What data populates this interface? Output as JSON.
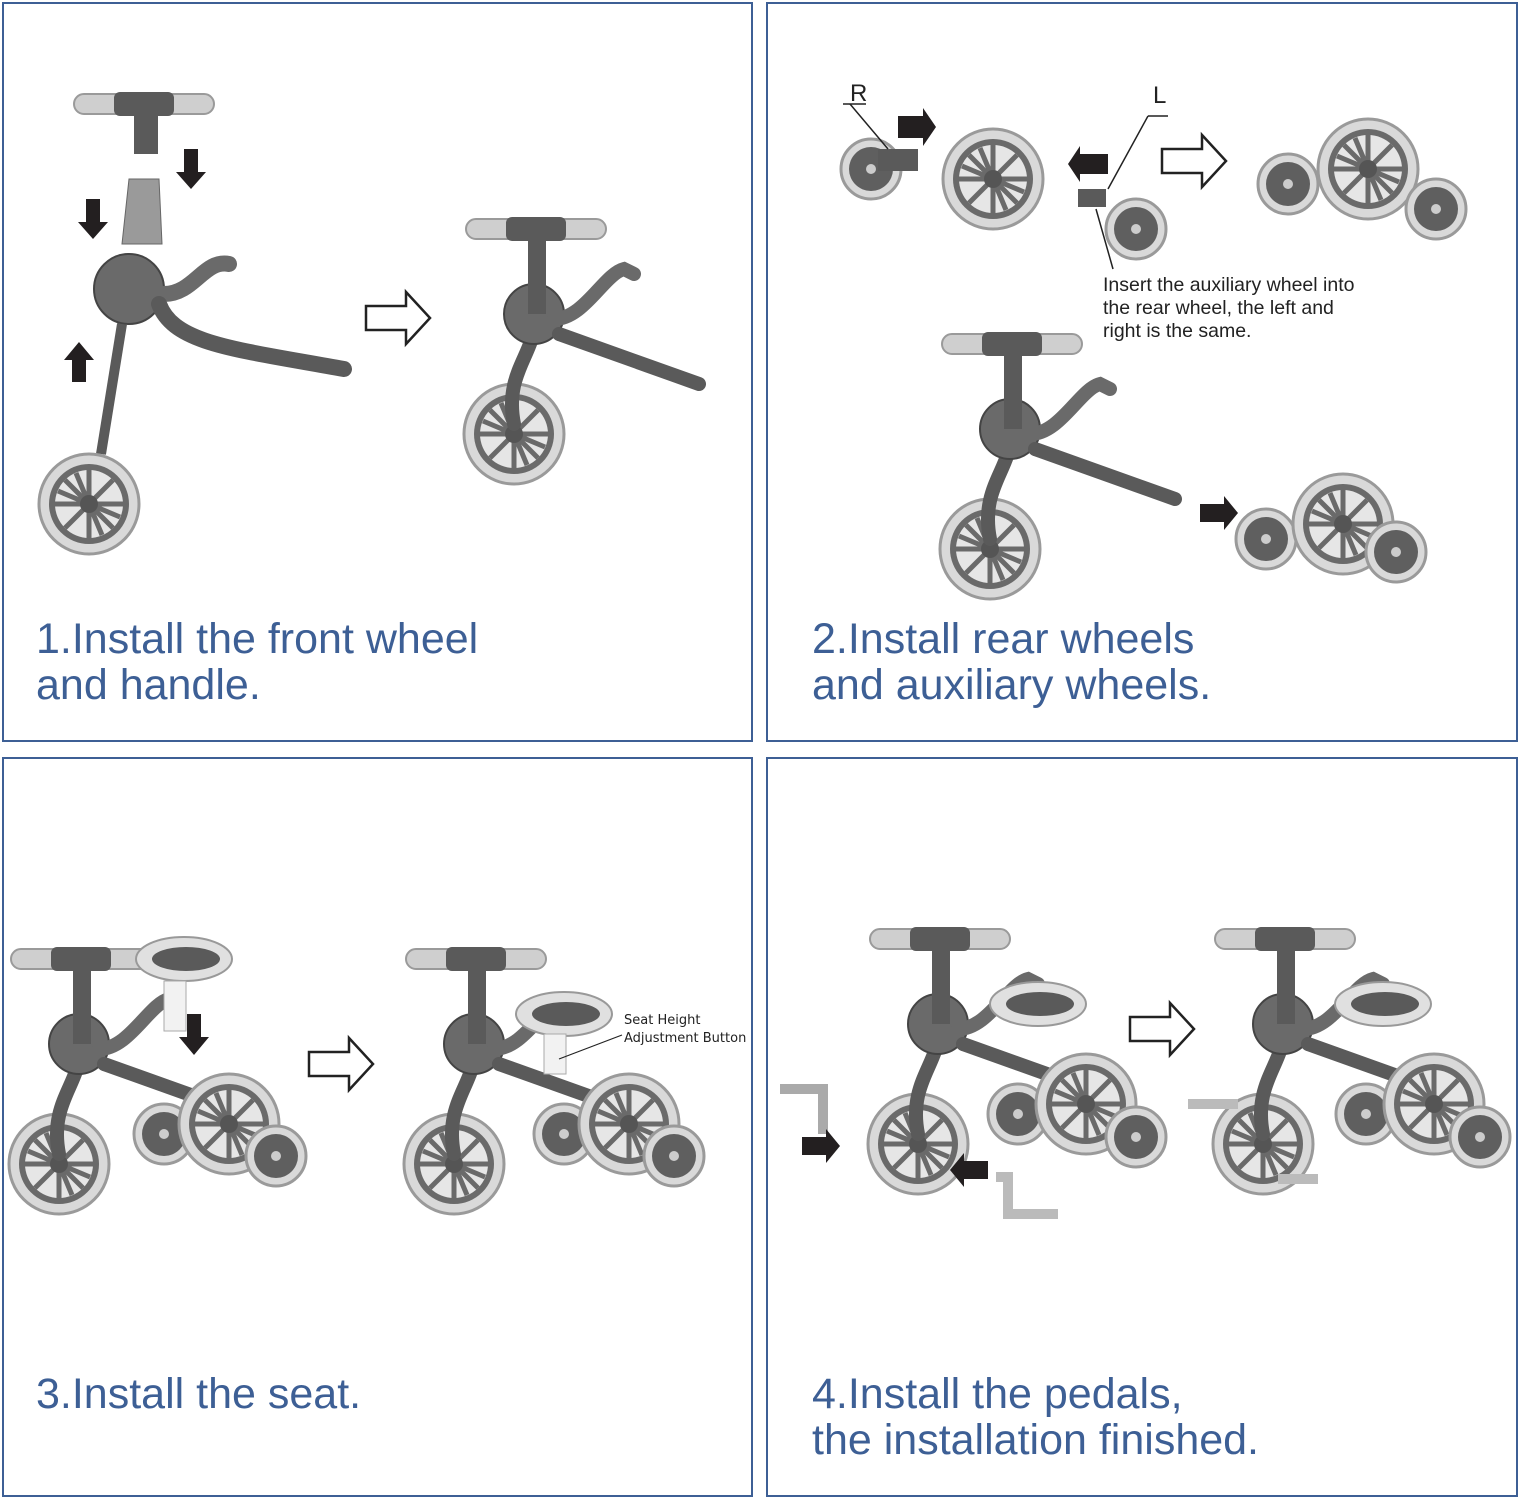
{
  "steps": [
    {
      "line1": "1.Install the front wheel",
      "line2": "and handle."
    },
    {
      "line1": "2.Install rear wheels",
      "line2": "and auxiliary wheels.",
      "label_r": "R",
      "label_l": "L",
      "note": [
        "Insert the auxiliary wheel into",
        "the rear wheel, the left and",
        "right is the same."
      ]
    },
    {
      "line1": "3.Install the seat.",
      "line2": "",
      "note": [
        "Seat Height",
        "Adjustment Button"
      ]
    },
    {
      "line1": "4.Install the pedals,",
      "line2": "the installation finished."
    }
  ],
  "colors": {
    "border": "#3d5f95",
    "caption": "#3d5f95",
    "part": "#5a5a5a",
    "tire": "#d9d9d9"
  }
}
